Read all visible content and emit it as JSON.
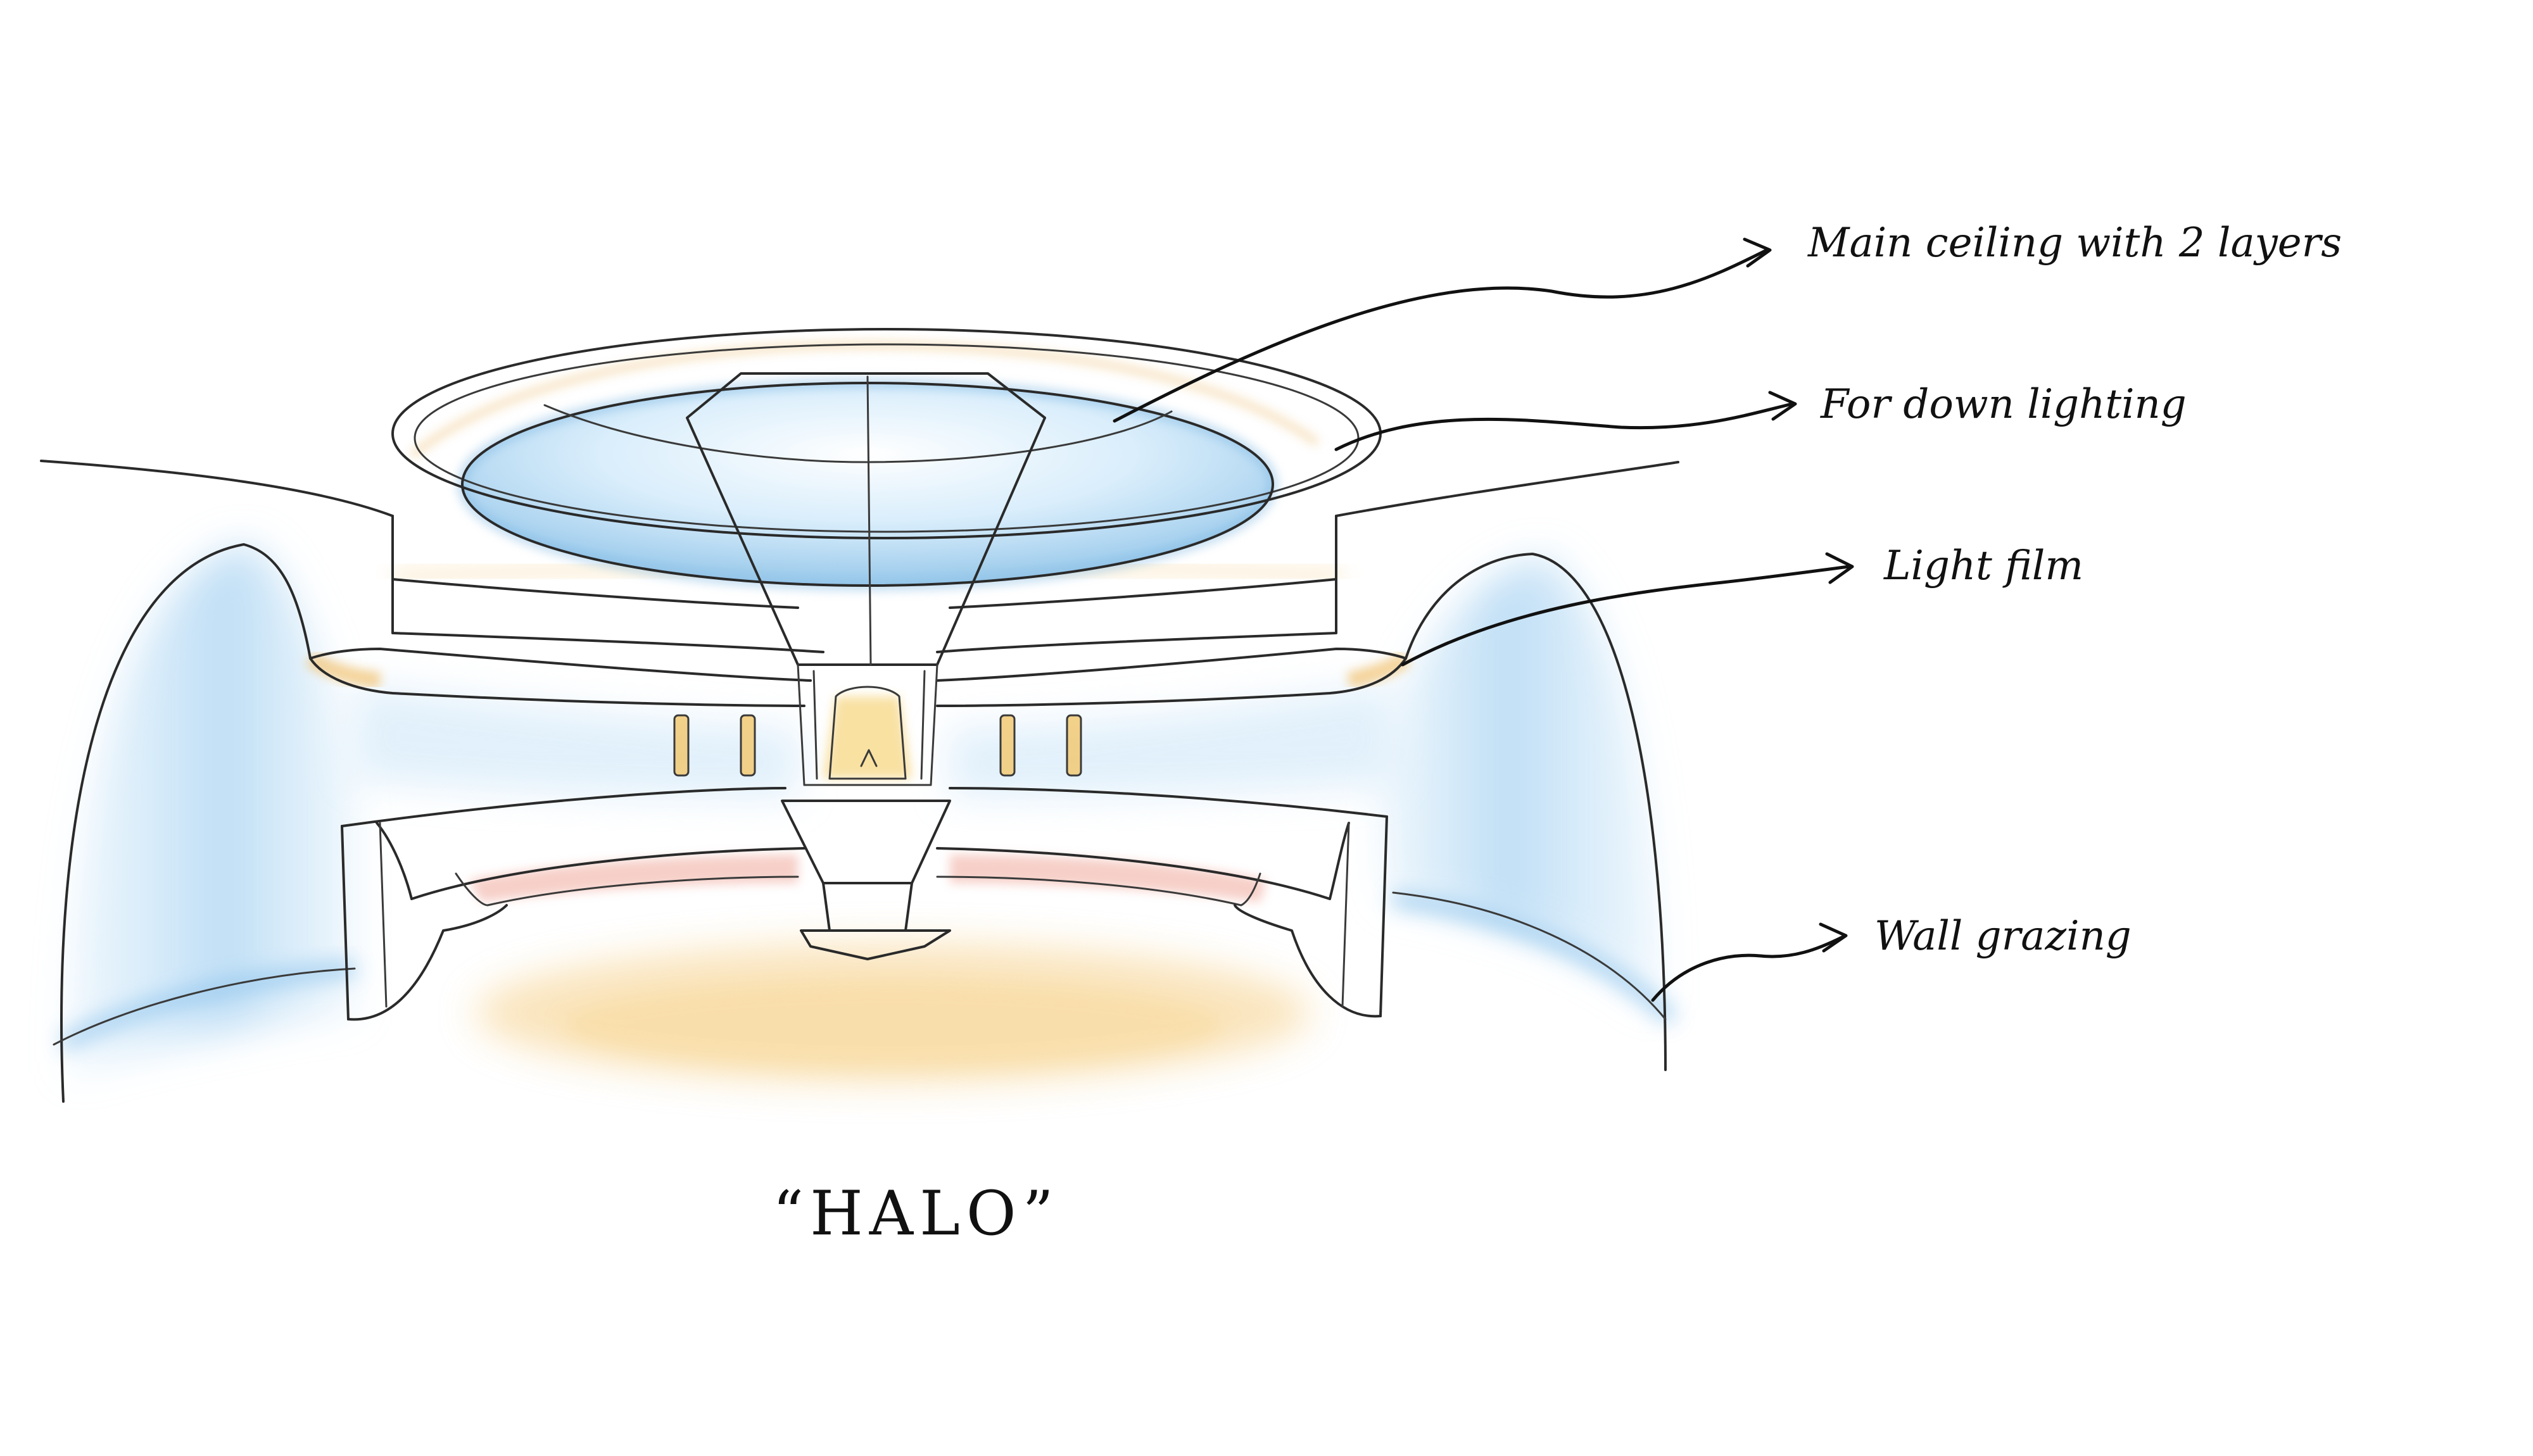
{
  "title": "“HALO”",
  "annotations": [
    {
      "id": "main-ceiling",
      "text": "Main ceiling with 2 layers"
    },
    {
      "id": "down-lighting",
      "text": "For down lighting"
    },
    {
      "id": "light-film",
      "text": "Light film"
    },
    {
      "id": "wall-grazing",
      "text": "Wall grazing"
    }
  ],
  "colors": {
    "ink": "#2a2a2a",
    "cool_glow": "#a9d3f2",
    "warm_glow": "#f6cf86",
    "pink_glow": "#f1b0a4"
  }
}
